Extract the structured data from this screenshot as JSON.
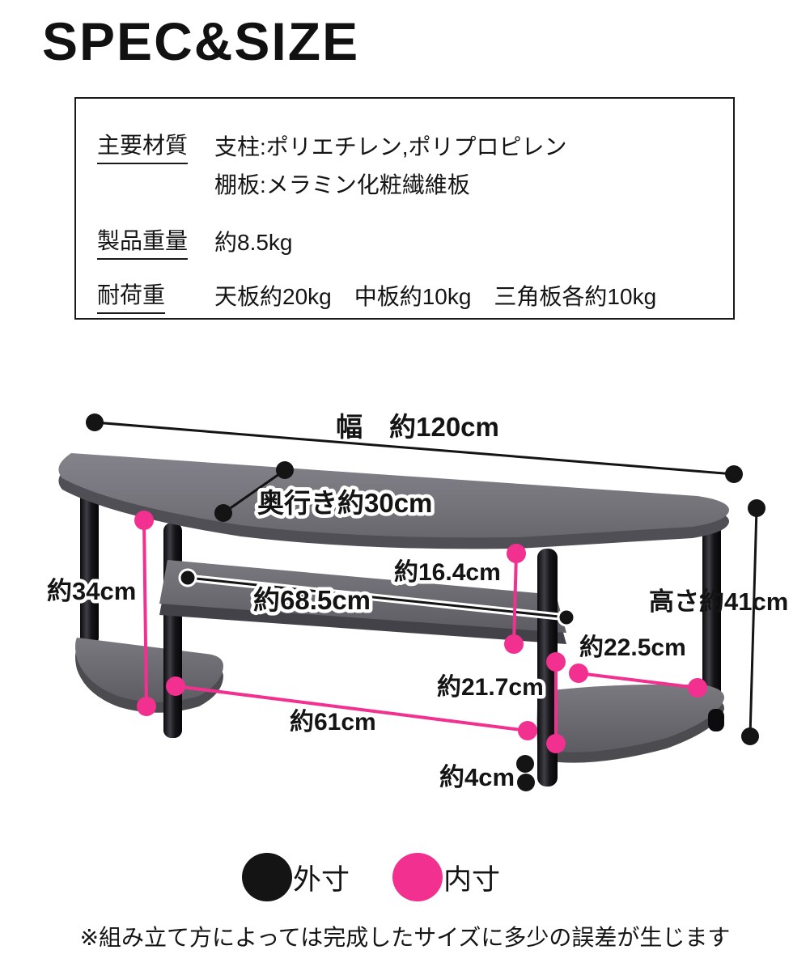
{
  "title": "SPEC&SIZE",
  "spec_table": {
    "rows": [
      {
        "label": "主要材質",
        "value_lines": [
          "支柱:ポリエチレン,ポリプロピレン",
          "棚板:メラミン化粧繊維板"
        ]
      },
      {
        "label": "製品重量",
        "value_lines": [
          "約8.5kg"
        ]
      },
      {
        "label": "耐荷重",
        "value_lines": [
          "天板約20kg　中板約10kg　三角板各約10kg"
        ]
      }
    ]
  },
  "diagram": {
    "dimensions": {
      "width": "幅　約120cm",
      "depth": "奥行き約30cm",
      "height": "高さ約41cm",
      "inner_left_height": "約34cm",
      "inner_top_clearance": "約16.4cm",
      "inner_width": "約68.5cm",
      "inner_right_clearance": "約22.5cm",
      "inner_lower_height": "約21.7cm",
      "inner_bottom_width": "約61cm",
      "foot_height": "約4cm"
    },
    "colors": {
      "outer": "#141414",
      "inner": "#f1308f"
    }
  },
  "legend": {
    "outer_label": "外寸",
    "inner_label": "内寸",
    "outer_color": "#141414",
    "inner_color": "#f1308f"
  },
  "footnote": "※組み立て方によっては完成したサイズに多少の誤差が生じます"
}
